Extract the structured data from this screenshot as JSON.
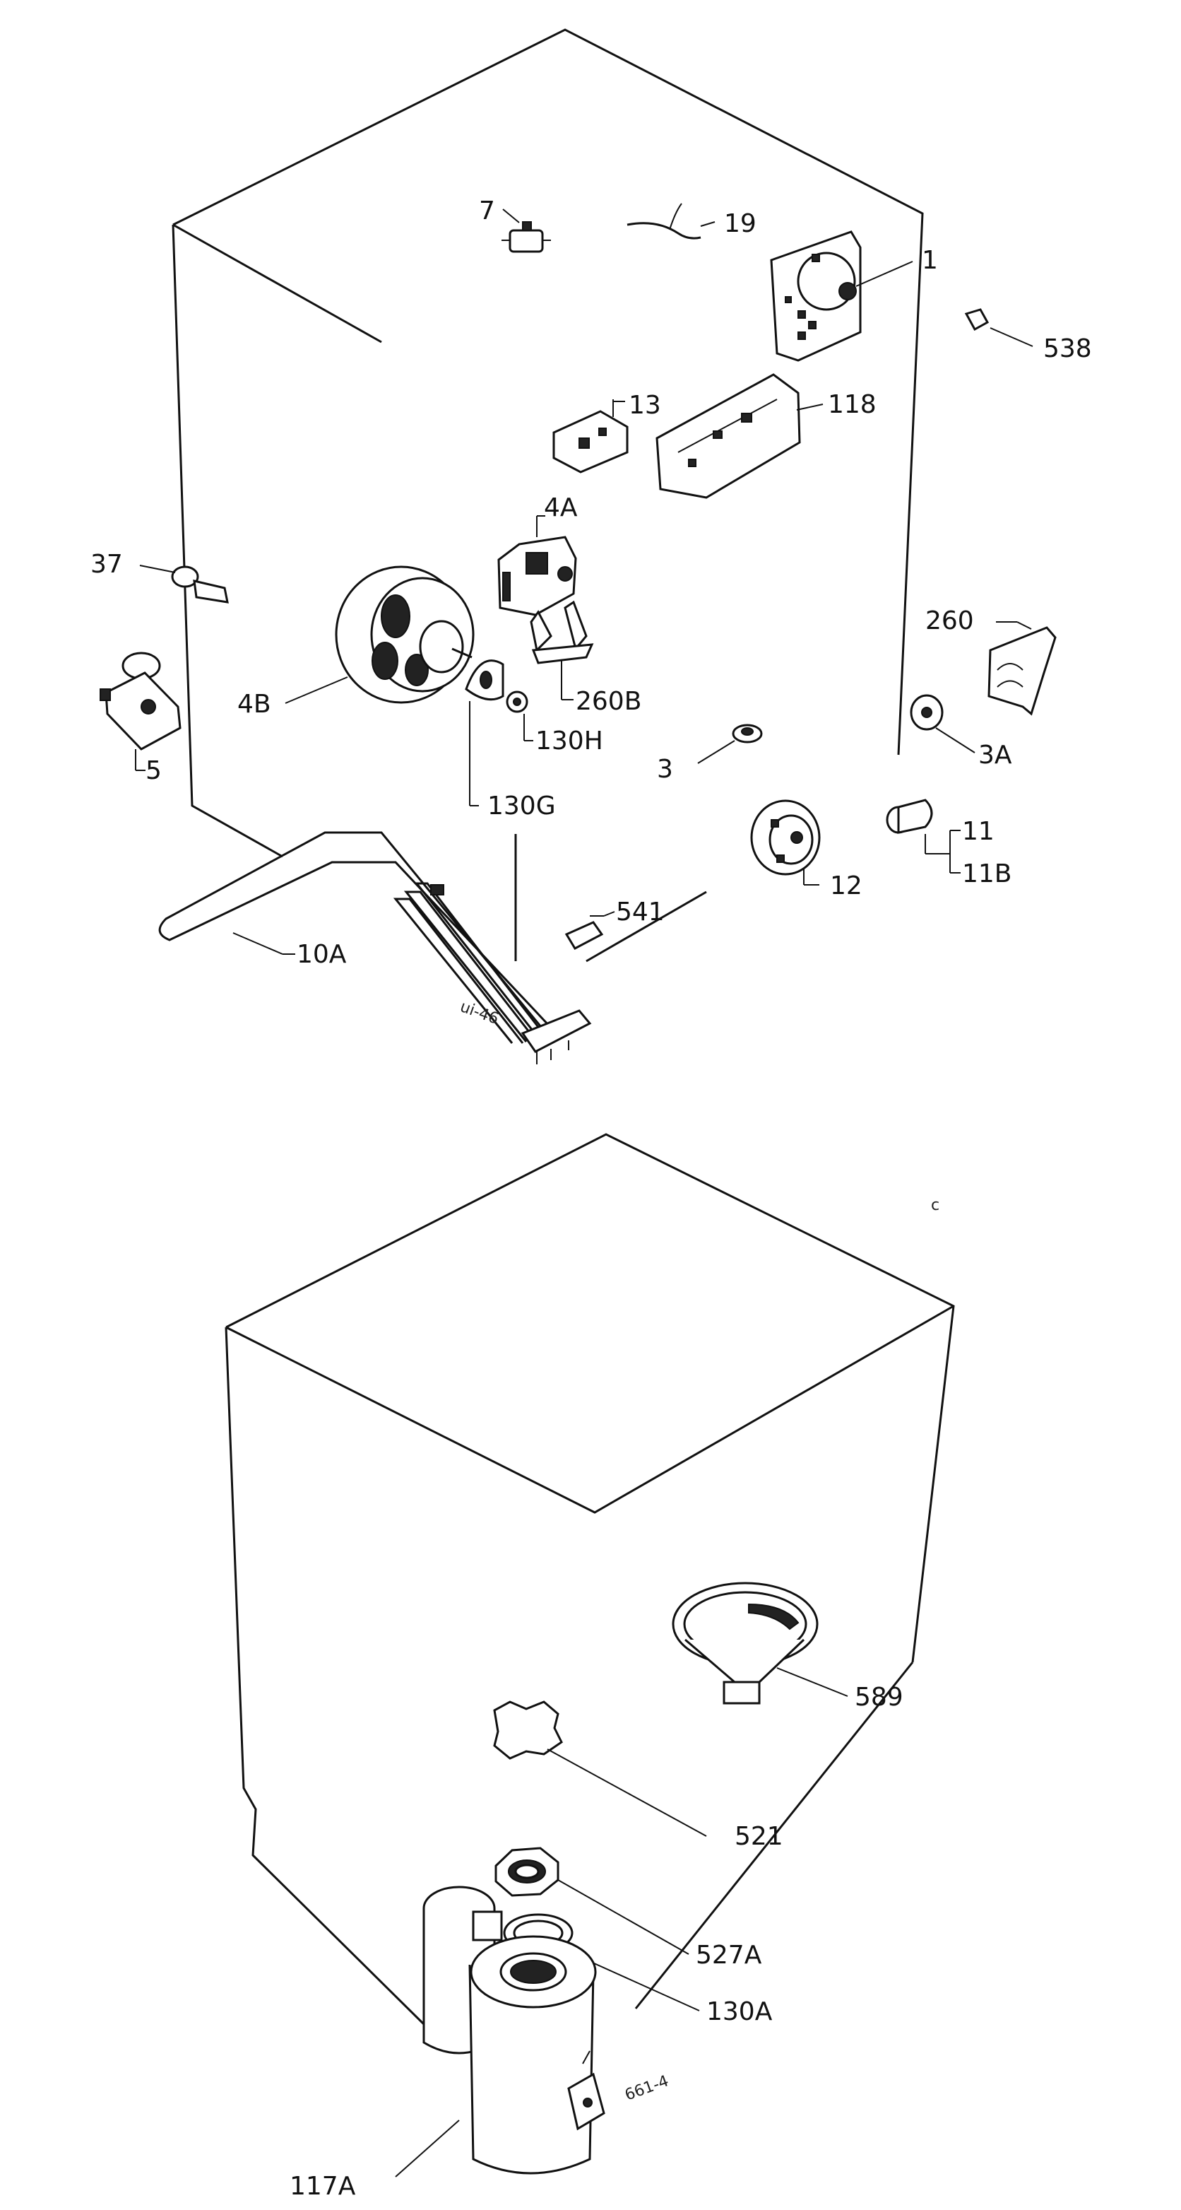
{
  "upper_labels": {
    "l7": "7",
    "l19": "19",
    "l1": "1",
    "l538": "538",
    "l13": "13",
    "l118": "118",
    "l4a": "4A",
    "l37": "37",
    "l260": "260",
    "l4b": "4B",
    "l260b": "260B",
    "l130h": "130H",
    "l5": "5",
    "l3": "3",
    "l3a": "3A",
    "l130g": "130G",
    "l11": "11",
    "l11b": "11B",
    "l12": "12",
    "l541": "541",
    "l10a": "10A"
  },
  "lower_labels": {
    "l589": "589",
    "l521": "521",
    "l527a": "527A",
    "l130a": "130A",
    "l117a": "117A"
  },
  "handwritten": {
    "upper": "ui-46",
    "lower": "661-4"
  },
  "stray_marks": {
    "c": "c"
  }
}
